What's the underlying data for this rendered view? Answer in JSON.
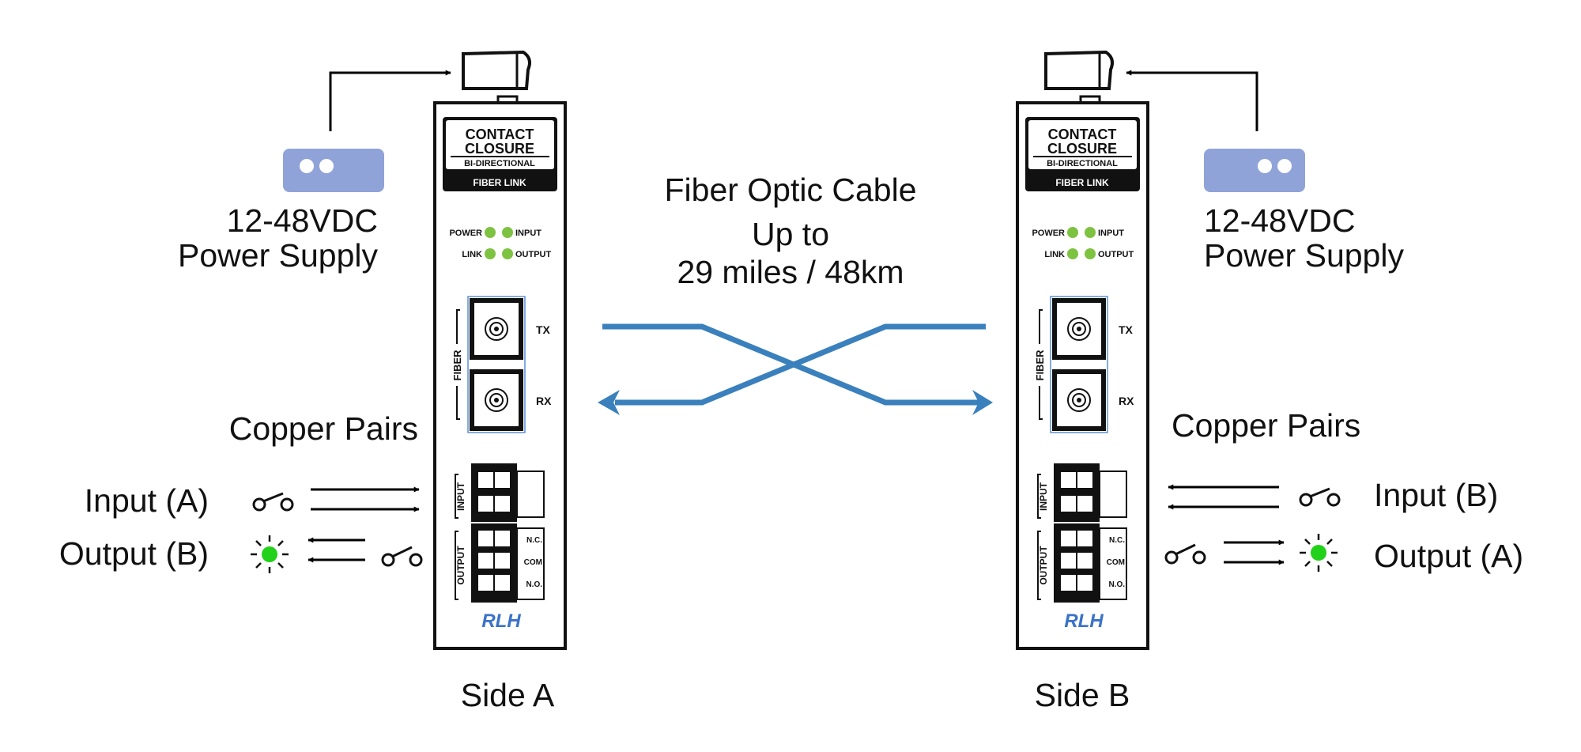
{
  "fiber": {
    "title": "Fiber Optic Cable",
    "line2": "Up to",
    "line3": "29 miles / 48km",
    "color": "#3a80bd"
  },
  "power_supply_color": "#8fa3d8",
  "led_color": "#7ec241",
  "indicator_color": "#22d11a",
  "device": {
    "logo_line1": "CONTACT",
    "logo_line2": "CLOSURE",
    "logo_line3": "BI-DIRECTIONAL",
    "logo_line4": "FIBER LINK",
    "led_power": "POWER",
    "led_input": "INPUT",
    "led_link": "LINK",
    "led_output": "OUTPUT",
    "fiber_label": "FIBER",
    "tx": "TX",
    "rx": "RX",
    "input_label": "INPUT",
    "output_label": "OUTPUT",
    "nc": "N.C.",
    "com": "COM",
    "no": "N.O.",
    "brand": "RLH"
  },
  "side_a": {
    "power_line1": "12-48VDC",
    "power_line2": "Power Supply",
    "copper_pairs": "Copper Pairs",
    "input": "Input (A)",
    "output": "Output (B)",
    "side": "Side A"
  },
  "side_b": {
    "power_line1": "12-48VDC",
    "power_line2": "Power Supply",
    "copper_pairs": "Copper Pairs",
    "input": "Input (B)",
    "output": "Output (A)",
    "side": "Side B"
  }
}
